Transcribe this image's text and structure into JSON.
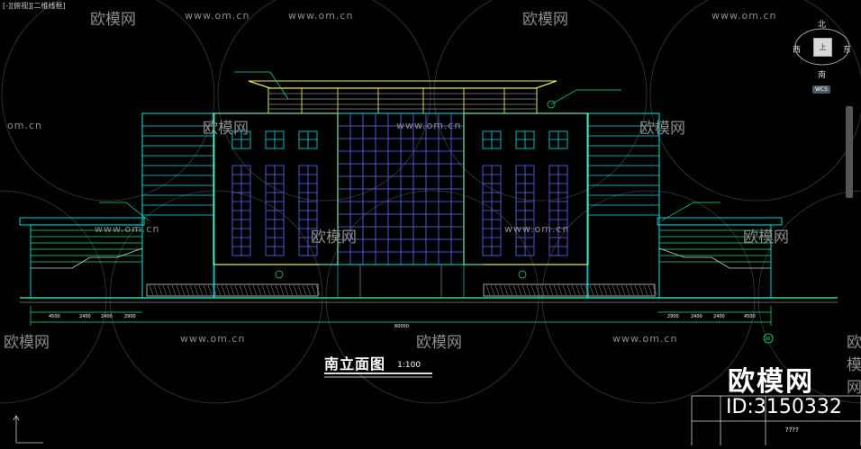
{
  "viewport": {
    "label": "[-][俯视][二维线框]"
  },
  "drawing": {
    "title": "南立面图",
    "scale": "1:100",
    "dim_left": [
      "4500",
      "2400",
      "2400",
      "2900"
    ],
    "dim_right": [
      "2900",
      "2400",
      "2400",
      "4500"
    ],
    "dim_total": "60000",
    "axis_marker": "26",
    "titleblock_text": "????"
  },
  "viewcube": {
    "north": "北",
    "south": "南",
    "west": "西",
    "east": "东",
    "top_face": "上",
    "wcs": "WCS"
  },
  "watermarks": {
    "brand": "欧模网",
    "url": "www.om.cn",
    "url_short": "om.cn",
    "id": "ID:3150332"
  },
  "colors": {
    "background": "#000000",
    "cyan": "#00e6e6",
    "green": "#22e07a",
    "yellow": "#e8e860",
    "blue": "#5a6cff",
    "white": "#ffffff",
    "gray": "#8a8a8a"
  }
}
